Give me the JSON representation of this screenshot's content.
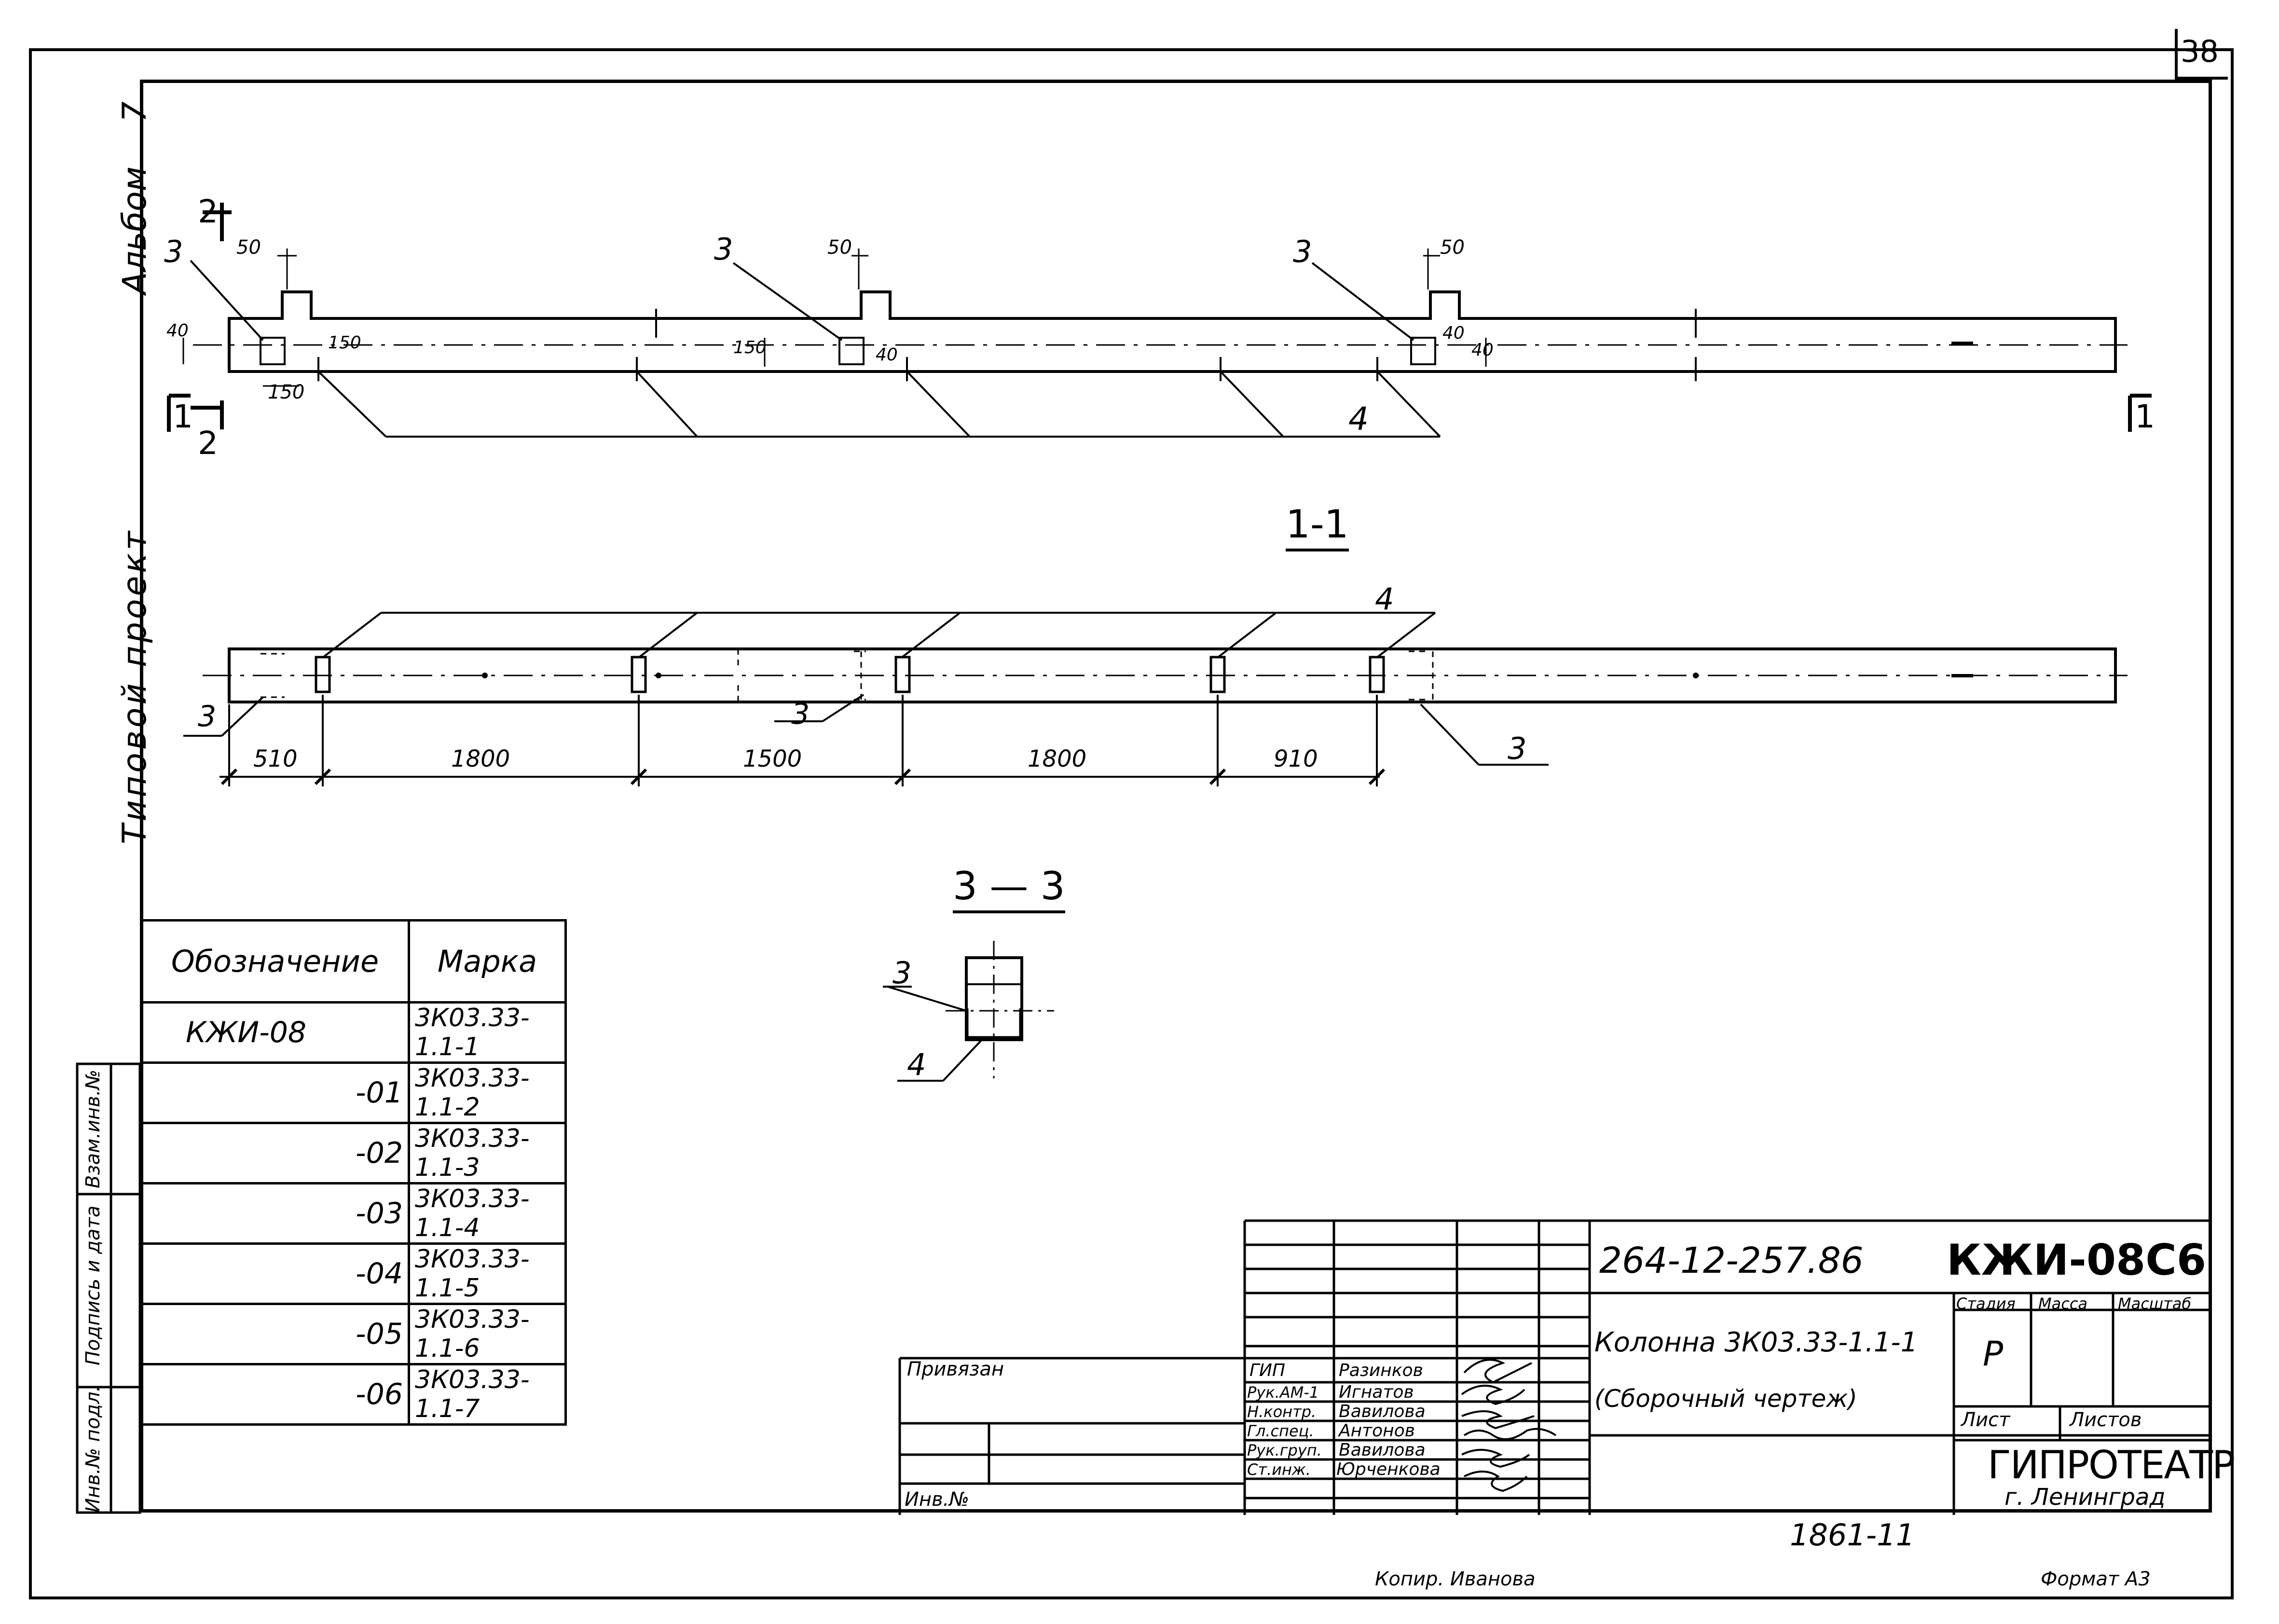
{
  "sheet": {
    "page_number": "38",
    "album_label": "Альбом",
    "album_number": "7",
    "project_label": "Типовой проект"
  },
  "section_titles": {
    "s11": "1-1",
    "s33": "3 — 3",
    "cut1_left": "1",
    "cut1_right": "1",
    "cut2_top": "2",
    "cut2_bottom": "2"
  },
  "callouts": [
    "3",
    "3",
    "3",
    "4",
    "4",
    "3",
    "3",
    "3",
    "3",
    "4"
  ],
  "plan_dims": [
    "50",
    "50",
    "50",
    "40",
    "150",
    "150",
    "150",
    "40",
    "40",
    "40"
  ],
  "section_dims": [
    "510",
    "1800",
    "1500",
    "1800",
    "910"
  ],
  "spec_table": {
    "header_designation": "Обозначение",
    "header_mark": "Марка",
    "rows": [
      {
        "designation": "КЖИ-08",
        "mark": "3К03.33-1.1-1"
      },
      {
        "designation": "-01",
        "mark": "3К03.33-1.1-2"
      },
      {
        "designation": "-02",
        "mark": "3К03.33-1.1-3"
      },
      {
        "designation": "-03",
        "mark": "3К03.33-1.1-4"
      },
      {
        "designation": "-04",
        "mark": "3К03.33-1.1-5"
      },
      {
        "designation": "-05",
        "mark": "3К03.33-1.1-6"
      },
      {
        "designation": "-06",
        "mark": "3К03.33-1.1-7"
      }
    ]
  },
  "side_stamp": {
    "vzam": "Взам.инв.№",
    "podpis": "Подпись и дата",
    "inv_podl": "Инв.№ подл."
  },
  "title_block": {
    "privyazan": "Привязан",
    "inv_no": "Инв.№",
    "doc_code": "264-12-257.86",
    "doc_mark": "КЖИ-08С6",
    "name_line1": "Колонна 3К03.33-1.1-1",
    "name_line2": "(Сборочный    чертеж)",
    "stage_label": "Стадия",
    "mass_label": "Масса",
    "scale_label": "Масштаб",
    "stage_value": "Р",
    "sheet_label": "Лист",
    "sheets_label": "Листов",
    "org_name": "ГИПРОТЕАТР",
    "org_city": "г. Ленинград",
    "signatories": [
      {
        "role": "ГИП",
        "name": "Разинков"
      },
      {
        "role": "Рук.АМ-1",
        "name": "Игнатов"
      },
      {
        "role": "Н.контр.",
        "name": "Вавилова"
      },
      {
        "role": "Гл.спец.",
        "name": "Антонов"
      },
      {
        "role": "Рук.груп.",
        "name": "Вавилова"
      },
      {
        "role": "Ст.инж.",
        "name": "Юрченкова"
      }
    ]
  },
  "footer": {
    "number": "1861-11",
    "copier": "Копир. Иванова",
    "format": "Формат А3"
  },
  "colors": {
    "ink": "#000000",
    "paper": "#ffffff"
  }
}
